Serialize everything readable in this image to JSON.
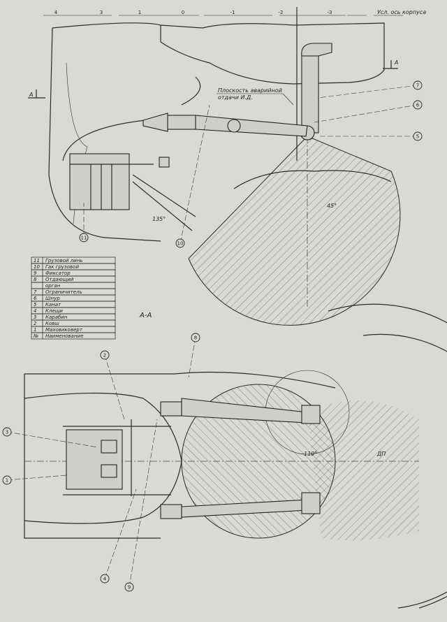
{
  "scale": {
    "ticks": [
      "4",
      "3",
      "1",
      "0",
      "-1",
      "-2",
      "-3"
    ],
    "axis_label": "Усл. ось корпуса"
  },
  "section_marks": {
    "left": "А",
    "right": "А",
    "section_title": "А-А"
  },
  "annotations": {
    "plane_line1": "Плоскость аварийной",
    "plane_line2": "отдачи И.Д.",
    "angle_45": "45°",
    "angle_135": "135°",
    "angle_110": "110°",
    "dp": "ДП"
  },
  "callouts": [
    "1",
    "2",
    "3",
    "4",
    "5",
    "6",
    "7",
    "8",
    "9",
    "10",
    "11"
  ],
  "legend": {
    "rows": [
      {
        "n": "11",
        "name": "Грузовой линь"
      },
      {
        "n": "10",
        "name": "Гак грузовой"
      },
      {
        "n": "9",
        "name": "Фиксатор"
      },
      {
        "n": "8",
        "name": "Отдающий"
      },
      {
        "n": "",
        "name": "орган"
      },
      {
        "n": "7",
        "name": "Ограничитель"
      },
      {
        "n": "6",
        "name": "Шнур"
      },
      {
        "n": "5",
        "name": "Канат"
      },
      {
        "n": "4",
        "name": "Клещи"
      },
      {
        "n": "3",
        "name": "Карабин"
      },
      {
        "n": "2",
        "name": "Ковш"
      },
      {
        "n": "1",
        "name": "Маховиковерт"
      },
      {
        "n": "№",
        "name": "Наименование"
      }
    ]
  }
}
